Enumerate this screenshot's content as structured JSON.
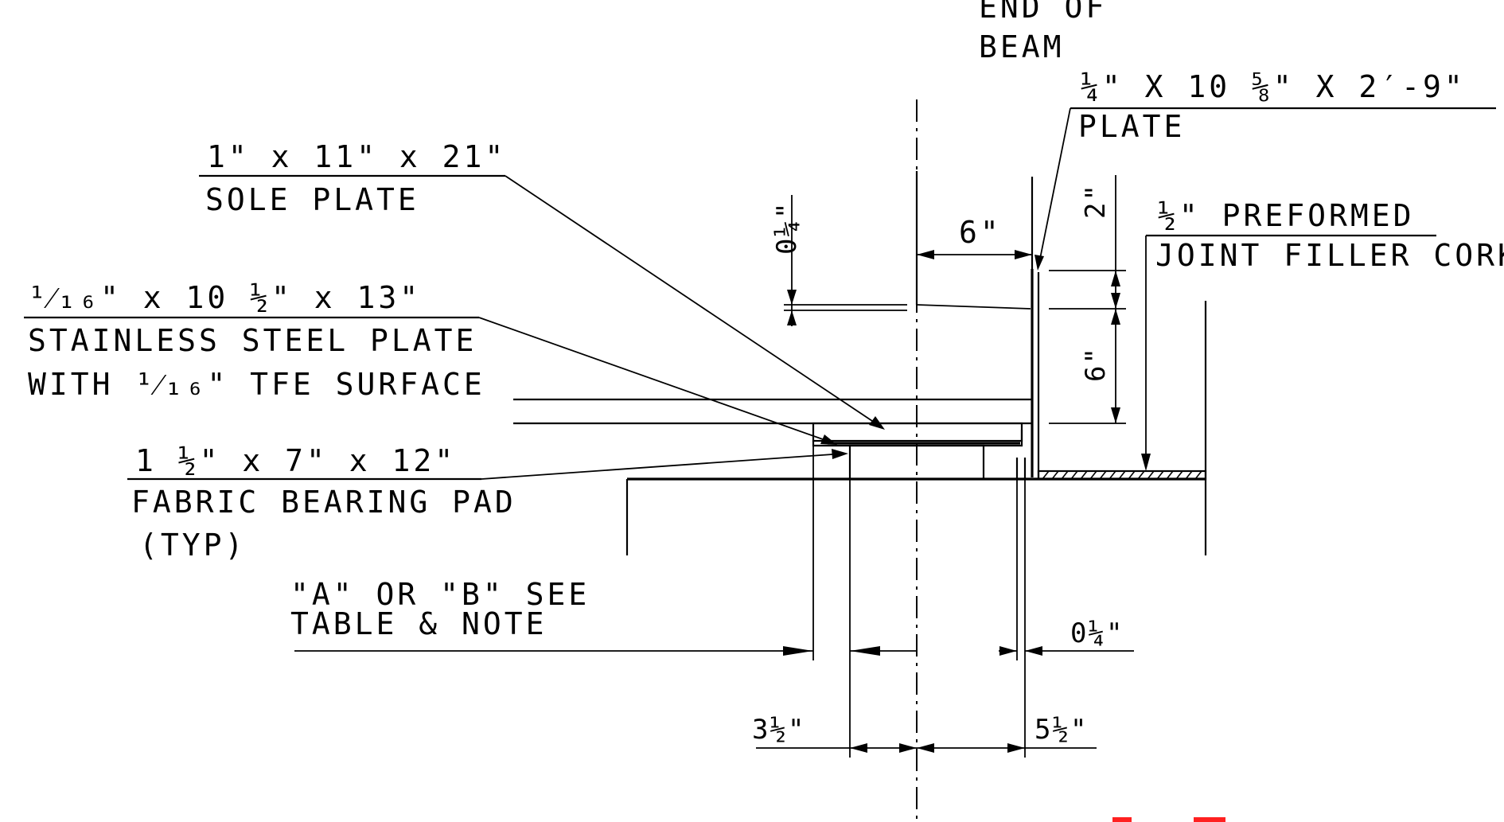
{
  "labels": {
    "end_of_beam_1": "END OF",
    "end_of_beam_2": "BEAM",
    "plate_dim": "¼\" X 10 ⅝\" X 2′-9\"",
    "plate_name": "PLATE",
    "sole_dim": "1\" x 11\" x 21\"",
    "sole_name": "SOLE PLATE",
    "preformed_1": "½\" PREFORMED",
    "preformed_2": "JOINT FILLER CORK",
    "ss_dim": "¹⁄₁₆\" x 10 ½\" x 13\"",
    "ss_name": "STAINLESS STEEL PLATE",
    "ss_tfe": "WITH ¹⁄₁₆\" TFE SURFACE",
    "pad_dim": "1 ½\" x 7\" x 12\"",
    "pad_name": "FABRIC BEARING PAD",
    "pad_typ": "(TYP)",
    "ab_1": "\"A\" OR \"B\" SEE",
    "ab_2": "TABLE & NOTE",
    "dim_6_top": "6\"",
    "dim_quarter_left": "0¼\"",
    "dim_2_vert": "2\"",
    "dim_6_vert": "6\"",
    "dim_quarter_bottom": "0¼\"",
    "dim_3_5": "3½\"",
    "dim_5_5": "5½\""
  },
  "colors": {
    "line": "#000000",
    "accent": "#ff2020"
  }
}
